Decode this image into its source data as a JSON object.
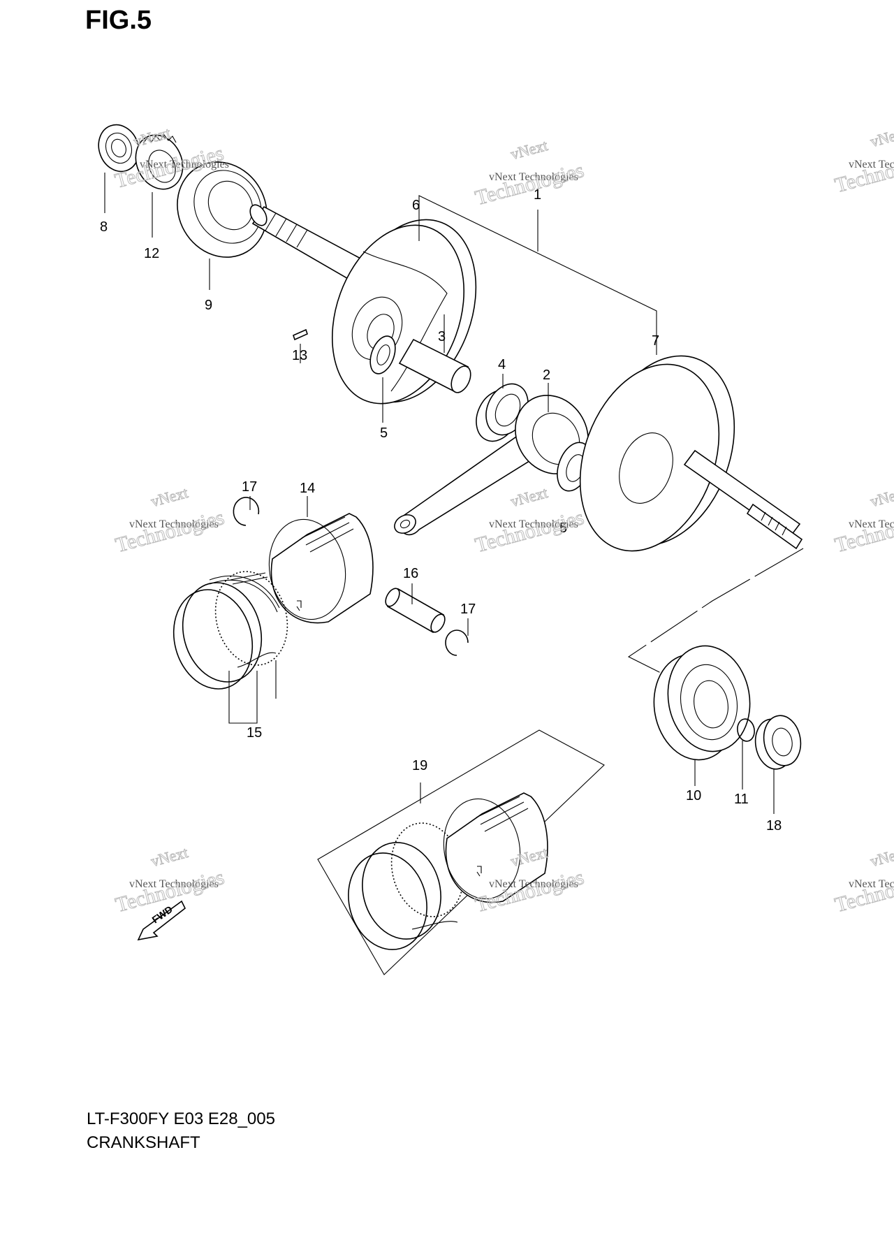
{
  "figure_title": "FIG.5",
  "model_code": "LT-F300FY E03 E28_005",
  "section_name": "CRANKSHAFT",
  "watermark": {
    "line1": "vNext",
    "line2": "vNext Technologies",
    "line3": "Technologies"
  },
  "direction_marker": "FWD",
  "callouts": {
    "c1": "1",
    "c2": "2",
    "c3": "3",
    "c4": "4",
    "c5a": "5",
    "c5b": "5",
    "c6": "6",
    "c7": "7",
    "c8": "8",
    "c9": "9",
    "c10": "10",
    "c11": "11",
    "c12": "12",
    "c13": "13",
    "c14": "14",
    "c15": "15",
    "c16": "16",
    "c17a": "17",
    "c17b": "17",
    "c18": "18",
    "c19": "19"
  }
}
